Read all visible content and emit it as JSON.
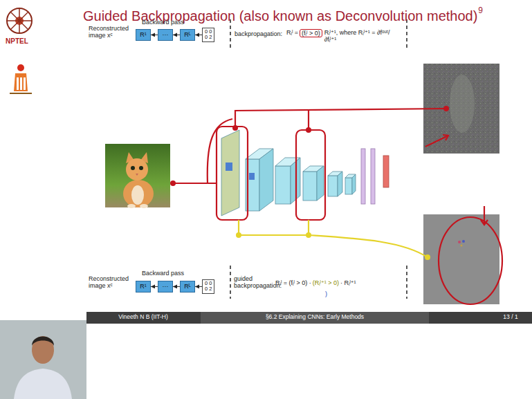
{
  "diagram": {
    "title": "Guided Backpropagation (also known as Deconvolution method)",
    "nodes": [
      {
        "text": [
          "R¹"
        ]
      },
      {
        "text": [
          "···"
        ]
      },
      {
        "text": [
          "Rᴸ"
        ]
      },
      {
        "text": [
          "0 0",
          "0 2"
        ]
      },
      {
        "text": [
          "R¹"
        ]
      },
      {
        "text": [
          "···"
        ]
      },
      {
        "text": [
          "Rᴸ"
        ]
      },
      {
        "text": [
          "0 0",
          "0 2"
        ]
      }
    ],
    "edges": [
      {
        "from": 3,
        "to": 2,
        "arrow": "to"
      },
      {
        "from": 2,
        "to": 1,
        "arrow": "to"
      },
      {
        "from": 1,
        "to": 0,
        "arrow": "to"
      },
      {
        "from": 7,
        "to": 6,
        "arrow": "to"
      },
      {
        "from": 6,
        "to": 5,
        "arrow": "to"
      },
      {
        "from": 5,
        "to": 4,
        "arrow": "to"
      }
    ],
    "labels": [
      "NPTEL",
      "9",
      "Reconstructed image xᶜ",
      "Backward pass",
      "backpropagation:",
      "Rᵢˡ =",
      "(fᵢˡ > 0)",
      "Rᵢˡ⁺¹, where Rᵢˡ⁺¹ = ∂fᵒᵘᵗ/∂fᵢˡ⁺¹",
      "Reconstructed image xᶜ",
      "Backward pass",
      "guided backpropagation:",
      "Rᵢˡ = (fᵢˡ > 0) ·",
      "(Rᵢˡ⁺¹ > 0)",
      "· Rᵢˡ⁺¹",
      ")",
      "Vineeth N B (IIT-H)",
      "§6.2 Explaining CNNs: Early Methods",
      "13 / 1"
    ]
  }
}
